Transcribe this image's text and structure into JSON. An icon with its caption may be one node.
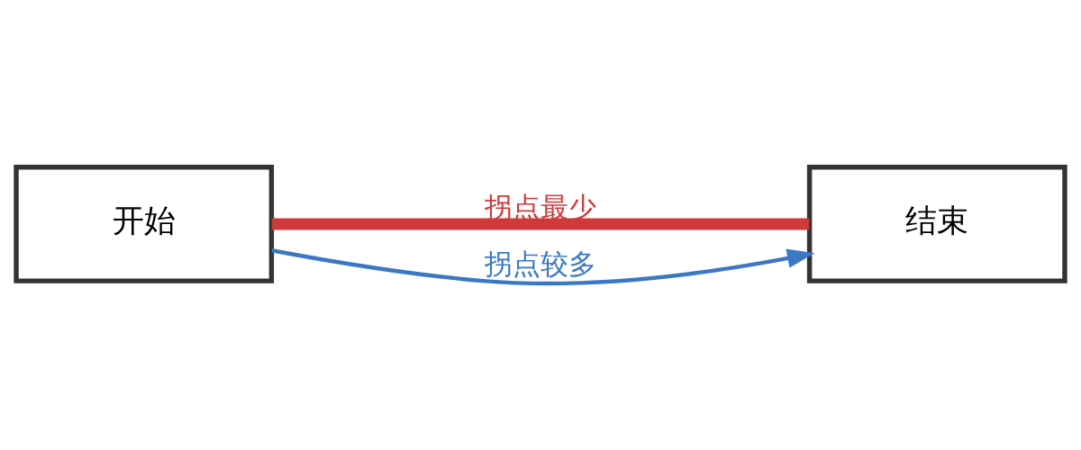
{
  "diagram": {
    "nodes": [
      {
        "text": [
          "开始"
        ]
      },
      {
        "text": [
          "结束"
        ]
      }
    ],
    "edges": [
      {
        "from": 0,
        "to": 1,
        "arrow": "none",
        "label": "拐点最少",
        "style": "thick",
        "color": "#d0393a"
      },
      {
        "from": 0,
        "to": 1,
        "arrow": "to",
        "label": "拐点较多",
        "color": "#3a78c3"
      }
    ]
  }
}
